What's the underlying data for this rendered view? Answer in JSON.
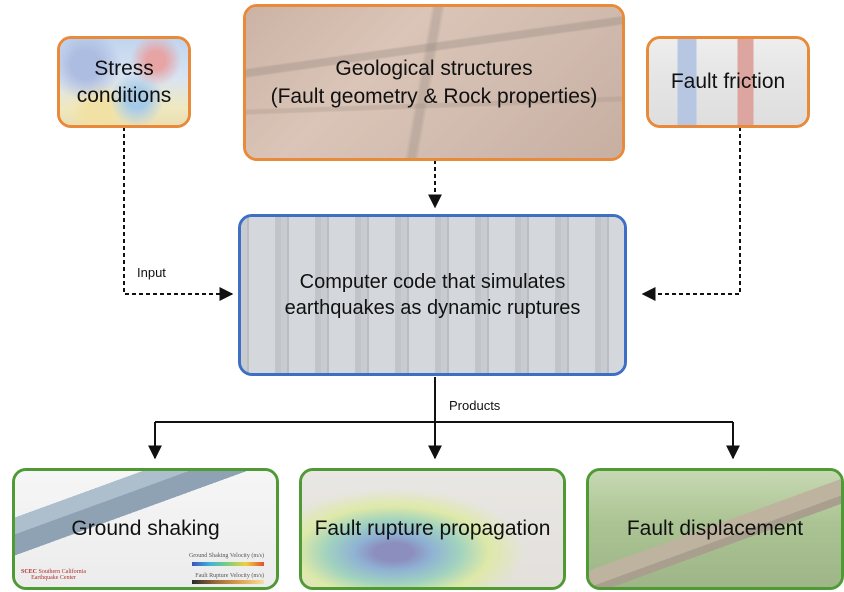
{
  "inputs": {
    "stress": "Stress\nconditions",
    "geology": "Geological structures\n(Fault geometry & Rock properties)",
    "friction": "Fault friction"
  },
  "connector_labels": {
    "input": "Input",
    "products": "Products"
  },
  "simulator": "Computer code that simulates\nearthquakes as dynamic ruptures",
  "products": {
    "shaking": "Ground shaking",
    "propagation": "Fault rupture propagation",
    "displacement": "Fault displacement"
  },
  "thumbnail_text": {
    "scec_logo": "SCEC",
    "scec_name": "Southern California\nEarthquake Center",
    "legend_ground": "Ground Shaking Velocity (m/s)",
    "legend_fault": "Fault Rupture Velocity (m/s)"
  },
  "colors": {
    "input_border": "#e88a3a",
    "simulator_border": "#3d6fc4",
    "product_border": "#4f9a34"
  }
}
